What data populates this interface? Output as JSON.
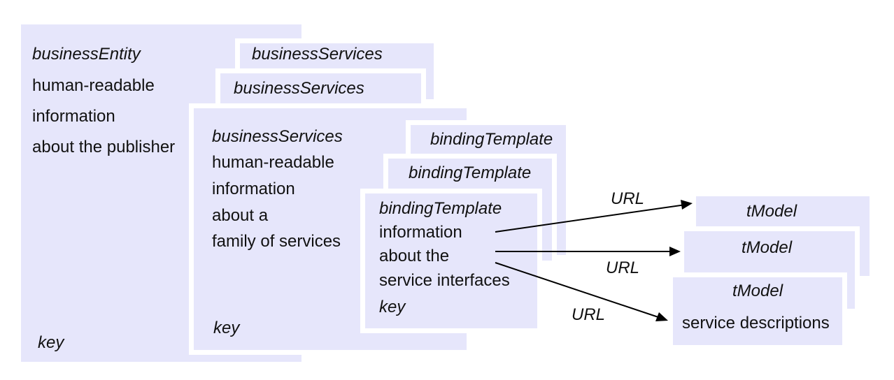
{
  "business_entity": {
    "title": "businessEntity",
    "lines": [
      "human-readable",
      "information",
      "about the publisher"
    ],
    "key": "key"
  },
  "business_services": {
    "stack_titles": [
      "businessServices",
      "businessServices"
    ],
    "title": "businessServices",
    "lines": [
      "human-readable",
      "information",
      "about a",
      "family of services"
    ],
    "key": "key"
  },
  "binding_templates": {
    "stack_titles": [
      "bindingTemplate",
      "bindingTemplate"
    ],
    "title": "bindingTemplate",
    "lines": [
      "information",
      "about the",
      "service interfaces"
    ],
    "key": "key"
  },
  "tmodels": {
    "titles": [
      "tModel",
      "tModel",
      "tModel"
    ],
    "description": "service descriptions"
  },
  "arrows": {
    "labels": [
      "URL",
      "URL",
      "URL"
    ]
  },
  "colors": {
    "box_fill": "#e6e6fb",
    "separator": "#ffffff",
    "text": "#111111"
  }
}
